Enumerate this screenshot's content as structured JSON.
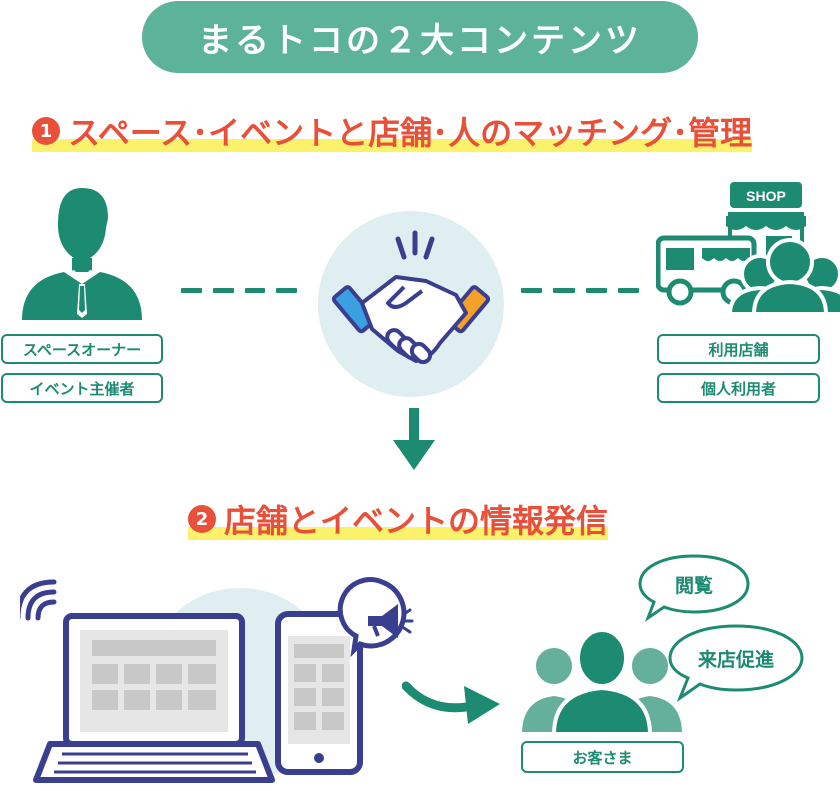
{
  "title": "まるトコの２大コンテンツ",
  "section1": {
    "number": "1",
    "heading": "スペース･イベントと店舗･人のマッチング･管理"
  },
  "owner_labels": [
    "スペースオーナー",
    "イベント主催者"
  ],
  "user_labels": [
    "利用店舗",
    "個人利用者"
  ],
  "shop_sign": "SHOP",
  "section2": {
    "number": "2",
    "heading": "店舗とイベントの情報発信"
  },
  "bubbles": [
    "閲覧",
    "来店促進"
  ],
  "customer_label": "お客さま",
  "colors": {
    "primary_green": "#1d8a72",
    "title_green": "#5db29a",
    "light_green": "#64b09d",
    "heading_red": "#e8503a",
    "highlight_yellow": "#fbf26b",
    "navy": "#3a3e8f",
    "handshake_blue": "#3aa0e0",
    "handshake_orange": "#f4a128"
  }
}
